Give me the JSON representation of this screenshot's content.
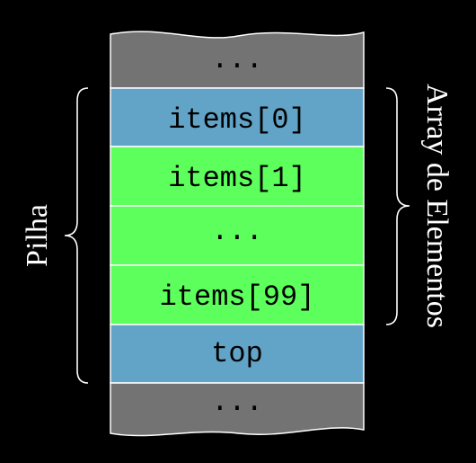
{
  "colors": {
    "background": "#000000",
    "gray_cell": "#737373",
    "blue_cell": "#62a4c8",
    "green_cell": "#5cff5c",
    "border": "#ffffff",
    "brace": "#ffffff"
  },
  "cells": [
    {
      "label": "...",
      "fill": "gray"
    },
    {
      "label": "items[0]",
      "fill": "blue"
    },
    {
      "label": "items[1]",
      "fill": "green"
    },
    {
      "label": "...",
      "fill": "green"
    },
    {
      "label": "items[99]",
      "fill": "green"
    },
    {
      "label": "top",
      "fill": "blue"
    },
    {
      "label": "...",
      "fill": "gray"
    }
  ],
  "left_brace": {
    "label": "Pilha"
  },
  "right_brace": {
    "label": "Array de Elementos"
  }
}
